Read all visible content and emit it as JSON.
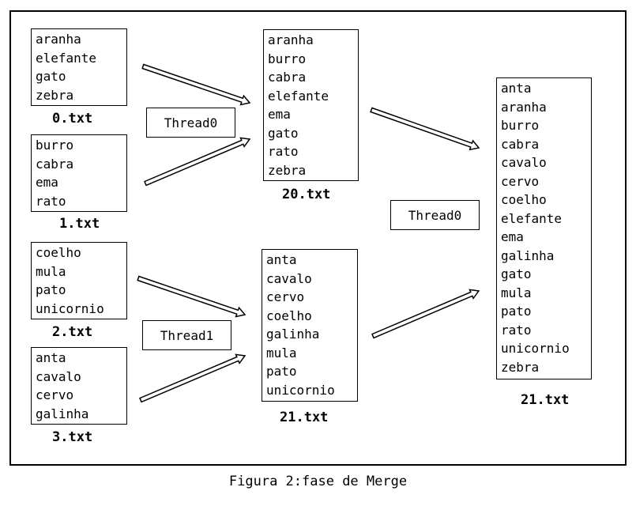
{
  "files": {
    "f0": {
      "label": "0.txt",
      "items": [
        "aranha",
        "elefante",
        "gato",
        "zebra"
      ]
    },
    "f1": {
      "label": "1.txt",
      "items": [
        "burro",
        "cabra",
        "ema",
        "rato"
      ]
    },
    "f2": {
      "label": "2.txt",
      "items": [
        "coelho",
        "mula",
        "pato",
        "unicornio"
      ]
    },
    "f3": {
      "label": "3.txt",
      "items": [
        "anta",
        "cavalo",
        "cervo",
        "galinha"
      ]
    },
    "f20": {
      "label": "20.txt",
      "items": [
        "aranha",
        "burro",
        "cabra",
        "elefante",
        "ema",
        "gato",
        "rato",
        "zebra"
      ]
    },
    "f21a": {
      "label": "21.txt",
      "items": [
        "anta",
        "cavalo",
        "cervo",
        "coelho",
        "galinha",
        "mula",
        "pato",
        "unicornio"
      ]
    },
    "f21b": {
      "label": "21.txt",
      "items": [
        "anta",
        "aranha",
        "burro",
        "cabra",
        "cavalo",
        "cervo",
        "coelho",
        "elefante",
        "ema",
        "galinha",
        "gato",
        "mula",
        "pato",
        "rato",
        "unicornio",
        "zebra"
      ]
    }
  },
  "threads": {
    "t0a": "Thread0",
    "t1": "Thread1",
    "t0b": "Thread0"
  },
  "caption": "Figura 2:fase de Merge"
}
